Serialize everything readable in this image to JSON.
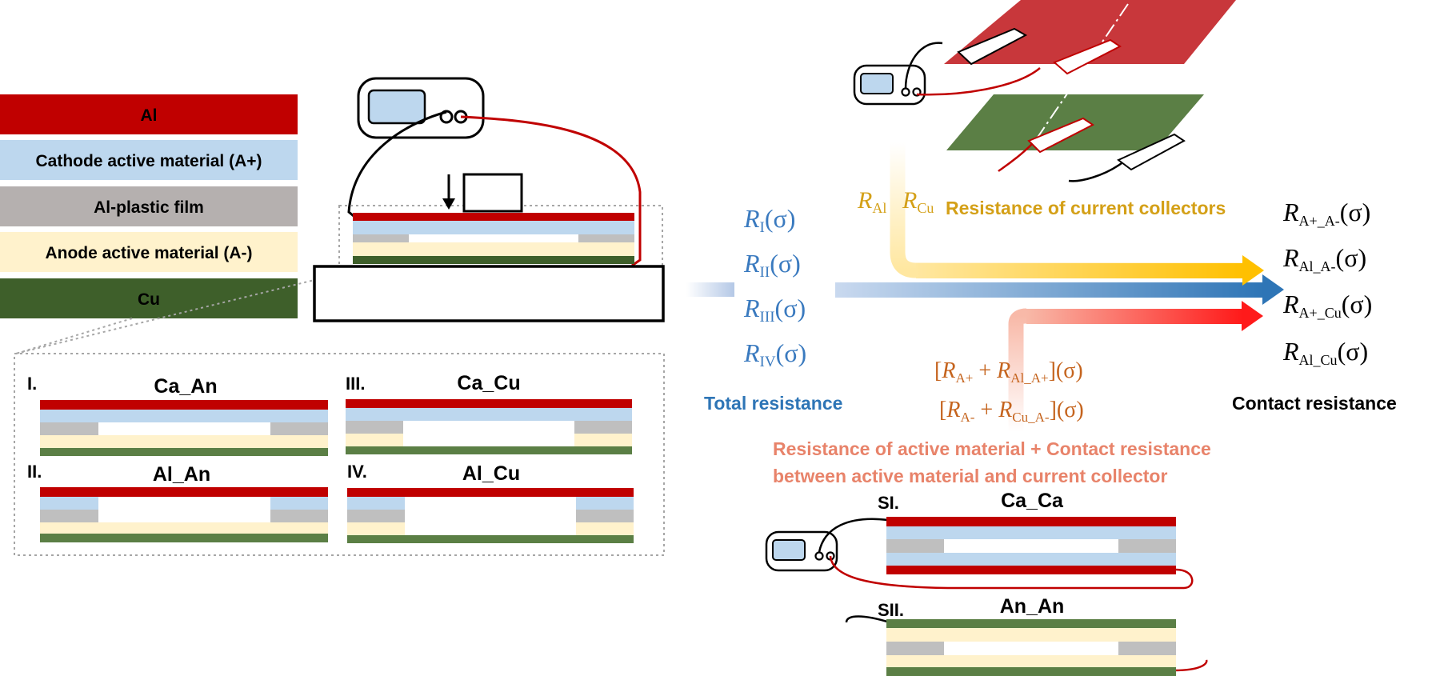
{
  "colors": {
    "al": "#c00000",
    "cathode": "#bdd7ee",
    "film": "#bfbfbf",
    "anode": "#fff2cc",
    "cu": "#3e5f2a",
    "cu_light": "#5b7f45",
    "total_blue": "#3a7abf",
    "collector_orange": "#d4a017",
    "active_orange": "#e8836a",
    "bracket_brown": "#c5641e"
  },
  "legend": {
    "al": "Al",
    "cathode": "Cathode active material (A+)",
    "film": "Al-plastic film",
    "anode": "Anode active material (A-)",
    "cu": "Cu"
  },
  "configs": [
    {
      "roman": "I.",
      "name": "Ca_An"
    },
    {
      "roman": "II.",
      "name": "Al_An"
    },
    {
      "roman": "III.",
      "name": "Ca_Cu"
    },
    {
      "roman": "IV.",
      "name": "Al_Cu"
    }
  ],
  "total": {
    "r1_main": "R",
    "r1_sub": "I",
    "r1_tail": "(σ)",
    "r2_main": "R",
    "r2_sub": "II",
    "r2_tail": "(σ)",
    "r3_main": "R",
    "r3_sub": "III",
    "r3_tail": "(σ)",
    "r4_main": "R",
    "r4_sub": "IV",
    "r4_tail": "(σ)",
    "label": "Total resistance"
  },
  "collectors": {
    "ral_main": "R",
    "ral_sub": "Al",
    "rcu_main": "R",
    "rcu_sub": "Cu",
    "label": "Resistance of current collectors"
  },
  "contact": {
    "c1_main": "R",
    "c1_sub": "A+_A-",
    "c1_tail": "(σ)",
    "c2_main": "R",
    "c2_sub": "Al_A-",
    "c2_tail": "(σ)",
    "c3_main": "R",
    "c3_sub": "A+_Cu",
    "c3_tail": "(σ)",
    "c4_main": "R",
    "c4_sub": "Al_Cu",
    "c4_tail": "(σ)",
    "label": "Contact resistance"
  },
  "active": {
    "b1_open": "[",
    "b1_r1": "R",
    "b1_s1": "A+",
    "b1_plus": " + ",
    "b1_r2": "R",
    "b1_s2": "Al_A+",
    "b1_close": "](σ)",
    "b2_open": "[",
    "b2_r1": "R",
    "b2_s1": "A-",
    "b2_plus": " + ",
    "b2_r2": "R",
    "b2_s2": "Cu_A-",
    "b2_close": "](σ)",
    "line1": "Resistance of active material + Contact resistance",
    "line2": "between active material and current collector"
  },
  "symmetric": [
    {
      "roman": "SI.",
      "name": "Ca_Ca"
    },
    {
      "roman": "SII.",
      "name": "An_An"
    }
  ]
}
